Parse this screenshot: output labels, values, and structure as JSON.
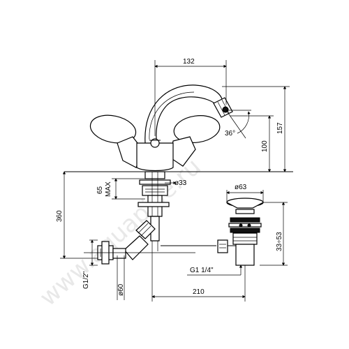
{
  "watermark": "www.aquapipe.ru",
  "dimensions": {
    "width_top": "132",
    "height_total": "157",
    "height_spout": "100",
    "angle": "36°",
    "hole_dia": "ø33",
    "max_thick": "65",
    "max_label": "MAX",
    "hose_length": "360",
    "waste_dia": "ø63",
    "waste_height": "33÷53",
    "thread_waste": "G1 1/4\"",
    "thread_supply": "G1/2\"",
    "supply_dia": "ø60",
    "reach": "210"
  }
}
